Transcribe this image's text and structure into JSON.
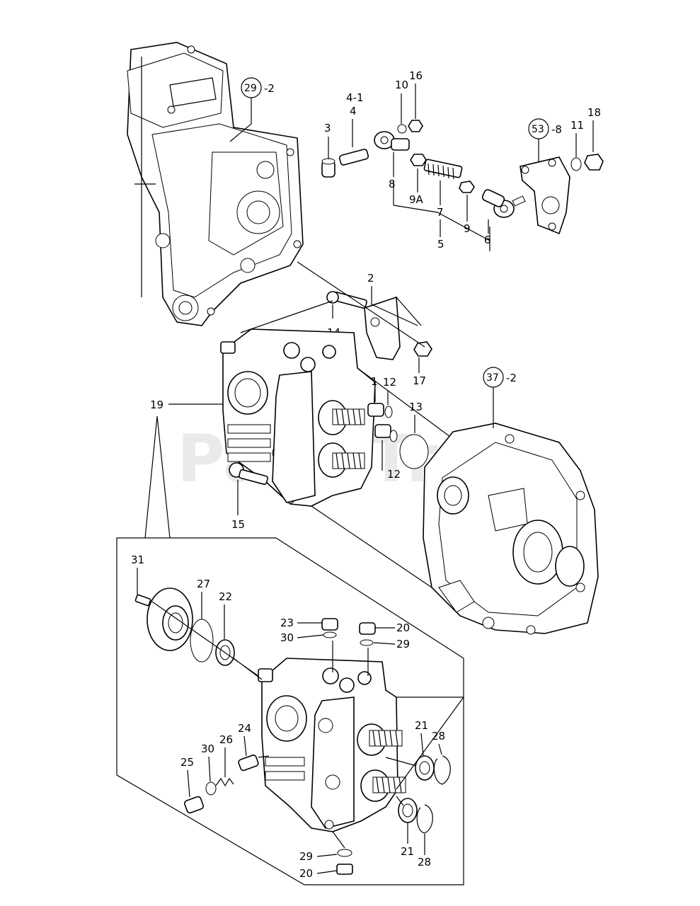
{
  "watermark": "PartsTree",
  "circled_refs": [
    {
      "id": "29",
      "suffix": "-2"
    },
    {
      "id": "53",
      "suffix": "-8"
    },
    {
      "id": "37",
      "suffix": "-2"
    }
  ],
  "labels": [
    {
      "id": "3"
    },
    {
      "id": "4-1"
    },
    {
      "id": "4"
    },
    {
      "id": "10"
    },
    {
      "id": "16"
    },
    {
      "id": "8"
    },
    {
      "id": "9A"
    },
    {
      "id": "7"
    },
    {
      "id": "9"
    },
    {
      "id": "5"
    },
    {
      "id": "6"
    },
    {
      "id": "11"
    },
    {
      "id": "18"
    },
    {
      "id": "2"
    },
    {
      "id": "14"
    },
    {
      "id": "17"
    },
    {
      "id": "19"
    },
    {
      "id": "1"
    },
    {
      "id": "12"
    },
    {
      "id": "13"
    },
    {
      "id": "12"
    },
    {
      "id": "15"
    },
    {
      "id": "31"
    },
    {
      "id": "27"
    },
    {
      "id": "22"
    },
    {
      "id": "23"
    },
    {
      "id": "30"
    },
    {
      "id": "20"
    },
    {
      "id": "29"
    },
    {
      "id": "24"
    },
    {
      "id": "26"
    },
    {
      "id": "30"
    },
    {
      "id": "25"
    },
    {
      "id": "21"
    },
    {
      "id": "28"
    },
    {
      "id": "21"
    },
    {
      "id": "28"
    },
    {
      "id": "29"
    },
    {
      "id": "20"
    }
  ]
}
